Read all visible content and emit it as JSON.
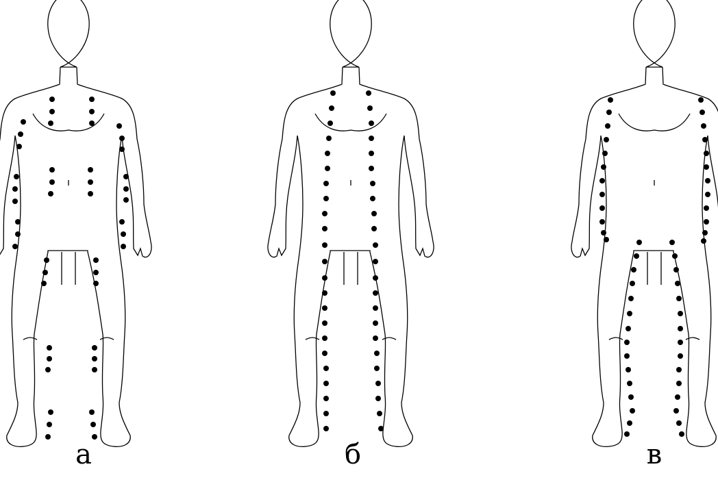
{
  "figures": [
    {
      "label": "а"
    },
    {
      "label": "б"
    },
    {
      "label": "в"
    }
  ],
  "colors": {
    "outline": "#000000",
    "dot": "#000000",
    "background": "#ffffff"
  }
}
